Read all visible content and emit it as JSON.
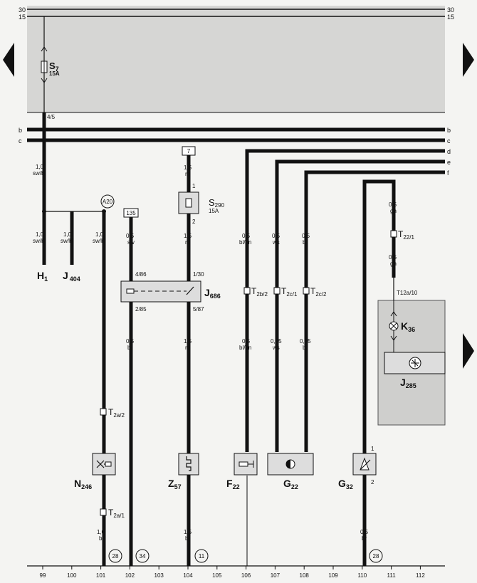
{
  "rails": {
    "r30": "30",
    "r15": "15",
    "rb": "b",
    "rc": "c",
    "rd": "d",
    "re": "e",
    "rf": "f"
  },
  "fuse_s7": {
    "name": "S",
    "sub": "7",
    "rating": "15A",
    "terminal": "4/5"
  },
  "main_feed_wire": {
    "gauge": "1,0",
    "color": "sw/bl"
  },
  "connector_a20": "A20",
  "branch_wires": [
    {
      "gauge": "1,0",
      "color": "sw/bl"
    },
    {
      "gauge": "1,0",
      "color": "sw/bl"
    },
    {
      "gauge": "1,0",
      "color": "sw/bl"
    }
  ],
  "h1": {
    "name": "H",
    "sub": "1"
  },
  "j404": {
    "name": "J",
    "sub": "404"
  },
  "ref_135": "135",
  "ref_7": "7",
  "wire_s290_top": {
    "gauge": "1,5",
    "color": "ro",
    "pin": "1"
  },
  "fuse_s290": {
    "name": "S",
    "sub": "290",
    "rating": "15A",
    "pin": "2"
  },
  "wire_103_top": {
    "gauge": "0,5",
    "color": "sw"
  },
  "wire_104_top": {
    "gauge": "1,5",
    "color": "ro"
  },
  "relay_j686": {
    "name": "J",
    "sub": "686",
    "pins": [
      "4/86",
      "2/85",
      "1/30",
      "5/87"
    ]
  },
  "wire_103_bottom": {
    "gauge": "0,5",
    "color": "br"
  },
  "wire_104_bottom": {
    "gauge": "1,5",
    "color": "ro"
  },
  "wire_d_top": {
    "gauge": "0,5",
    "color": "bl/gn"
  },
  "wire_e_top": {
    "gauge": "0,5",
    "color": "ws"
  },
  "wire_f_top": {
    "gauge": "0,5",
    "color": "br"
  },
  "wire_d_bottom": {
    "gauge": "0,5",
    "color": "bl/gn"
  },
  "wire_e_bottom": {
    "gauge": "0,75",
    "color": "ws"
  },
  "wire_f_bottom": {
    "gauge": "0,75",
    "color": "br"
  },
  "connectors": {
    "t2b2": {
      "name": "T",
      "sub": "2b/2"
    },
    "t2c1": {
      "name": "T",
      "sub": "2c/1"
    },
    "t2c2": {
      "name": "T",
      "sub": "2c/2"
    },
    "t2a2": {
      "name": "T",
      "sub": "2a/2"
    },
    "t2a1": {
      "name": "T",
      "sub": "2a/1"
    },
    "t22_1": {
      "name": "T",
      "sub": "22/1"
    }
  },
  "wire_k36_top": {
    "gauge": "0,5",
    "color": "gn"
  },
  "wire_k36_mid": {
    "gauge": "0,5",
    "color": "gn"
  },
  "t12a10": "T12a/10",
  "k36": {
    "name": "K",
    "sub": "36"
  },
  "j285": {
    "name": "J",
    "sub": "285"
  },
  "n246": {
    "name": "N",
    "sub": "246"
  },
  "z57": {
    "name": "Z",
    "sub": "57"
  },
  "f22": {
    "name": "F",
    "sub": "22"
  },
  "g22": {
    "name": "G",
    "sub": "22"
  },
  "g32": {
    "name": "G",
    "sub": "32",
    "pins": [
      "1",
      "2"
    ]
  },
  "ground_101": {
    "gauge": "1,0",
    "color": "br",
    "ref": "28"
  },
  "ground_102_ref": "34",
  "ground_104": {
    "gauge": "1,5",
    "color": "br",
    "ref": "11"
  },
  "ground_110": {
    "gauge": "0,5",
    "color": "br",
    "ref": "28"
  },
  "column_numbers": [
    "99",
    "100",
    "101",
    "102",
    "103",
    "104",
    "105",
    "106",
    "107",
    "108",
    "109",
    "110",
    "111",
    "112"
  ]
}
